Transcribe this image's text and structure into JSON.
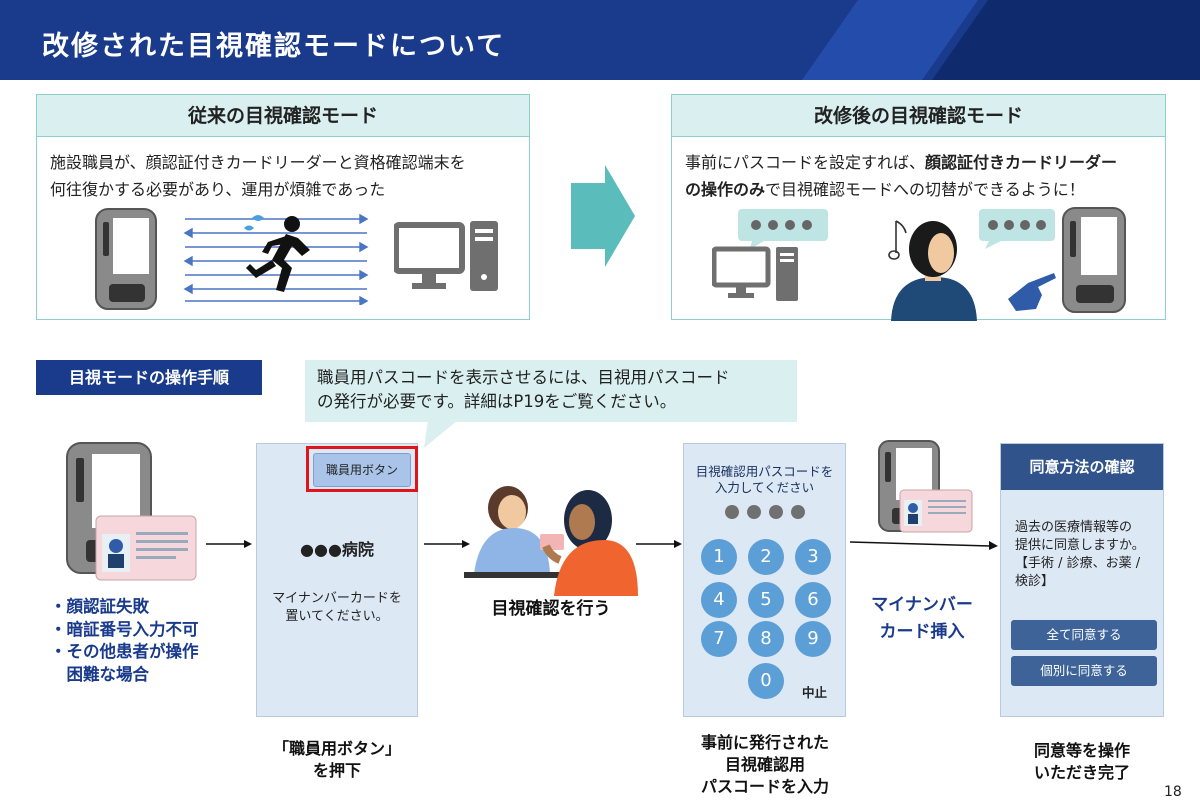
{
  "header": {
    "title": "改修された目視確認モードについて"
  },
  "old_mode": {
    "title": "従来の目視確認モード",
    "lines": [
      "施設職員が、顔認証付きカードリーダーと資格確認端末を",
      "何往復かする必要があり、運用が煩雑であった"
    ]
  },
  "new_mode": {
    "title": "改修後の目視確認モード",
    "line1_a": "事前にパスコードを設定すれば、",
    "line1_b": "顔認証付きカードリーダー",
    "line2_a": "の操作のみ",
    "line2_b": "で目視確認モードへの切替ができるように！"
  },
  "procedure": {
    "label": "目視モードの操作手順",
    "callout_lines": [
      "職員用パスコードを表示させるには、目視用パスコード",
      "の発行が必要です。詳細はP19をご覧ください。"
    ]
  },
  "fail_conditions": [
    "・顔認証失敗",
    "・暗証番号入力不可",
    "・その他患者が操作",
    "　困難な場合"
  ],
  "staff_screen": {
    "button": "職員用ボタン",
    "hospital": "●●●病院",
    "instruction_lines": [
      "マイナンバーカードを",
      "置いてください。"
    ]
  },
  "visual_check_label": "目視確認を行う",
  "pass_screen": {
    "title_lines": [
      "目視確認用パスコードを",
      "入力してください"
    ],
    "keys": [
      "1",
      "2",
      "3",
      "4",
      "5",
      "6",
      "7",
      "8",
      "9",
      "0"
    ],
    "stop": "中止"
  },
  "insert_label_lines": [
    "マイナンバー",
    "カード挿入"
  ],
  "consent_screen": {
    "title": "同意方法の確認",
    "question_lines": [
      "過去の医療情報等の",
      "提供に同意しますか。",
      "【手術 / 診療、お薬 /",
      "検診】"
    ],
    "btn_all": "全て同意する",
    "btn_individual": "個別に同意する"
  },
  "step_labels": {
    "staff_lines": [
      "「職員用ボタン」",
      "を押下"
    ],
    "pass_lines": [
      "事前に発行された",
      "目視確認用",
      "パスコードを入力"
    ],
    "consent_lines": [
      "同意等を操作",
      "いただき完了"
    ]
  },
  "page_number": "18",
  "colors": {
    "navy": "#1a3b8c",
    "teal": "#5bbcbc",
    "light_teal": "#d9eff0",
    "key_blue": "#5c9ed6",
    "red": "#e0141b"
  }
}
